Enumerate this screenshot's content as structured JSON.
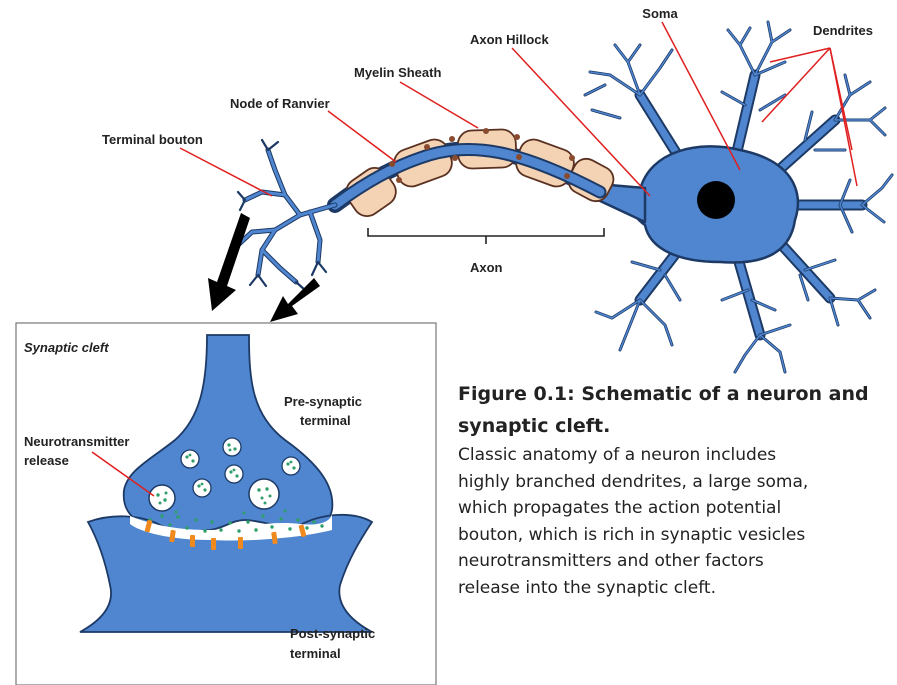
{
  "labels": {
    "soma": "Soma",
    "dendrites": "Dendrites",
    "axon_hillock": "Axon Hillock",
    "myelin_sheath": "Myelin Sheath",
    "node_of_ranvier": "Node of Ranvier",
    "terminal_bouton": "Terminal bouton",
    "axon": "Axon"
  },
  "inset": {
    "title": "Synaptic cleft",
    "pre_line1": "Pre-synaptic",
    "pre_line2": "terminal",
    "nt_line1": "Neurotransmitter",
    "nt_line2": "release",
    "post_line1": "Post-synaptic",
    "post_line2": "terminal"
  },
  "caption": {
    "title": "Figure 0.1: Schematic of a neuron and synaptic cleft.",
    "lines": [
      "Classic anatomy of a neuron includes",
      "highly branched dendrites, a large soma,",
      "which propagates the action potential",
      "bouton, which is rich in synaptic vesicles",
      "neurotransmitters and other factors",
      "release into the synaptic cleft."
    ]
  },
  "colors": {
    "neuron_blue": "#4f86cf",
    "outline": "#1d3a66",
    "myelin": "#f3d3b4",
    "myelin_outline": "#5a3020",
    "node_dot": "#8a4a2e",
    "nucleus": "#000000",
    "vesicle_dot": "#2e9e6a",
    "receptor": "#f08a1e",
    "pointer_line": "#e02020"
  }
}
